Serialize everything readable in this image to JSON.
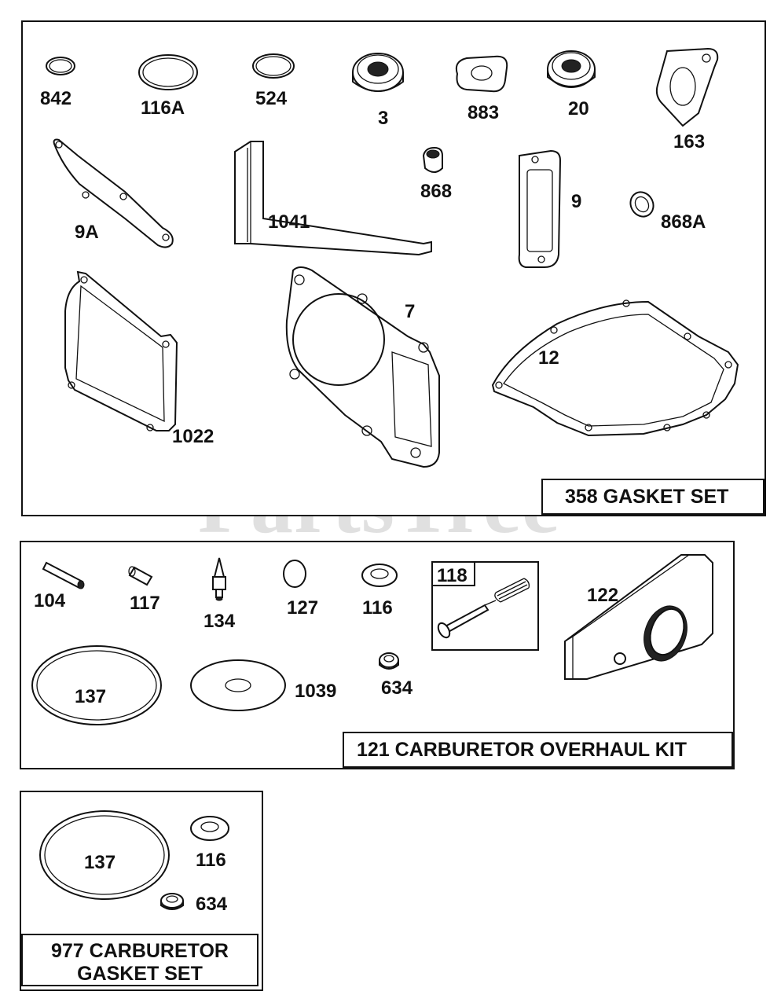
{
  "watermark": {
    "text": "PartsTree",
    "tm": "™"
  },
  "gasket_set": {
    "title": "358 GASKET SET",
    "labels": {
      "p842": "842",
      "p116A": "116A",
      "p524": "524",
      "p3": "3",
      "p883": "883",
      "p20": "20",
      "p163": "163",
      "p9A": "9A",
      "p1041": "1041",
      "p868": "868",
      "p9": "9",
      "p868A": "868A",
      "p7": "7",
      "p12": "12",
      "p1022": "1022"
    }
  },
  "carb_kit": {
    "title": "121 CARBURETOR OVERHAUL KIT",
    "labels": {
      "p104": "104",
      "p117": "117",
      "p134": "134",
      "p127": "127",
      "p116": "116",
      "p118": "118",
      "p122": "122",
      "p137": "137",
      "p1039": "1039",
      "p634": "634"
    }
  },
  "carb_gasket_set": {
    "title_line1": "977 CARBURETOR",
    "title_line2": "GASKET SET",
    "labels": {
      "p137": "137",
      "p116": "116",
      "p634": "634"
    }
  }
}
